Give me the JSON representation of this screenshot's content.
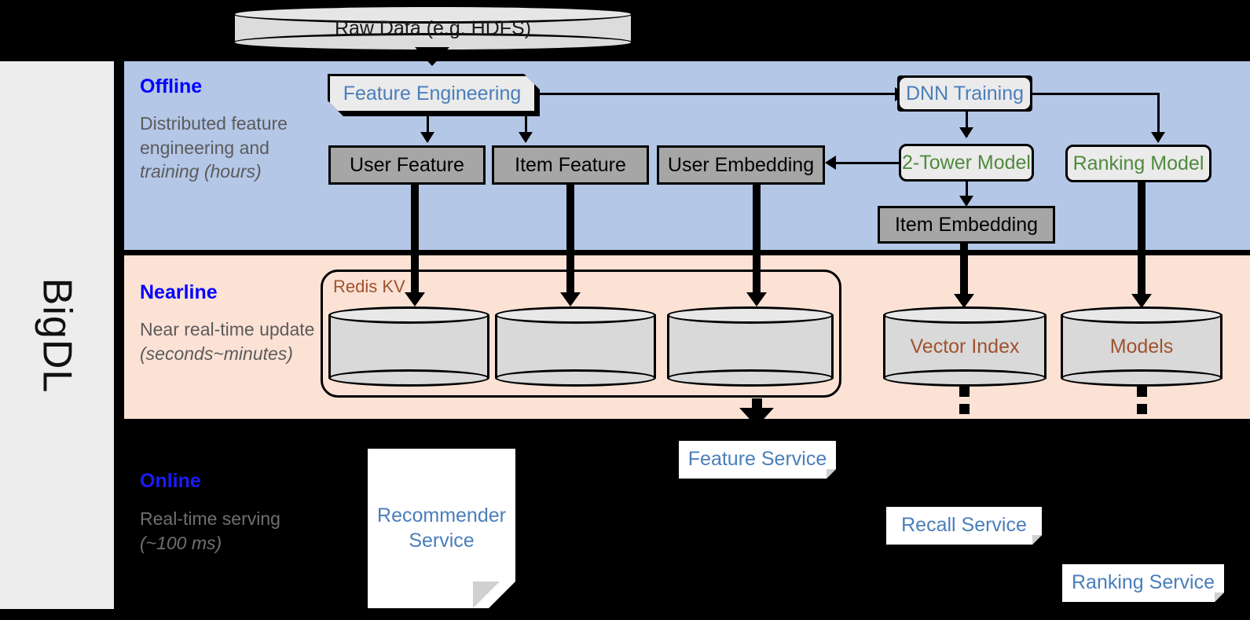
{
  "sidebar": {
    "label": "BigDL"
  },
  "bands": [
    {
      "id": "offline",
      "title": "Offline",
      "subtitle": "Distributed feature engineering and ",
      "subtitle_italic": "training (hours)",
      "bg": "#b4c7e7"
    },
    {
      "id": "nearline",
      "title": "Nearline",
      "subtitle": "Near real-time update ",
      "subtitle_italic": "(seconds~minutes)",
      "bg": "#fbe2d5"
    },
    {
      "id": "online",
      "title": "Online",
      "subtitle": "Real-time serving ",
      "subtitle_italic": "(~100 ms)",
      "bg": "#000000"
    }
  ],
  "source": {
    "raw_data": "Raw Data (e.g. HDFS)"
  },
  "offline": {
    "feature_engineering": "Feature Engineering",
    "dnn_training": "DNN Training",
    "user_feature": "User Feature",
    "item_feature": "Item Feature",
    "user_embedding": "User Embedding",
    "item_embedding": "Item Embedding",
    "two_tower_model": "2-Tower Model",
    "ranking_model": "Ranking Model"
  },
  "nearline": {
    "redis_kv": "Redis KV",
    "store_1": "",
    "store_2": "",
    "store_3": "",
    "vector_index": "Vector Index",
    "models": "Models"
  },
  "online": {
    "recommender_service": "Recommender Service",
    "feature_service": "Feature Service",
    "recall_service": "Recall Service",
    "ranking_service": "Ranking Service"
  },
  "colors": {
    "offline_band": "#b4c7e7",
    "nearline_band": "#fbe2d5",
    "online_band": "#000000",
    "band_title": "#0000ff",
    "band_subtitle": "#5b5b5b",
    "blue_text": "#4a7ebb",
    "green_text": "#4f8a3d",
    "brown_text": "#a0522d",
    "grey_box": "#a6a6a6",
    "light_card": "#ebebeb",
    "cylinder": "#d9d9d9",
    "sidebar": "#ededed"
  }
}
